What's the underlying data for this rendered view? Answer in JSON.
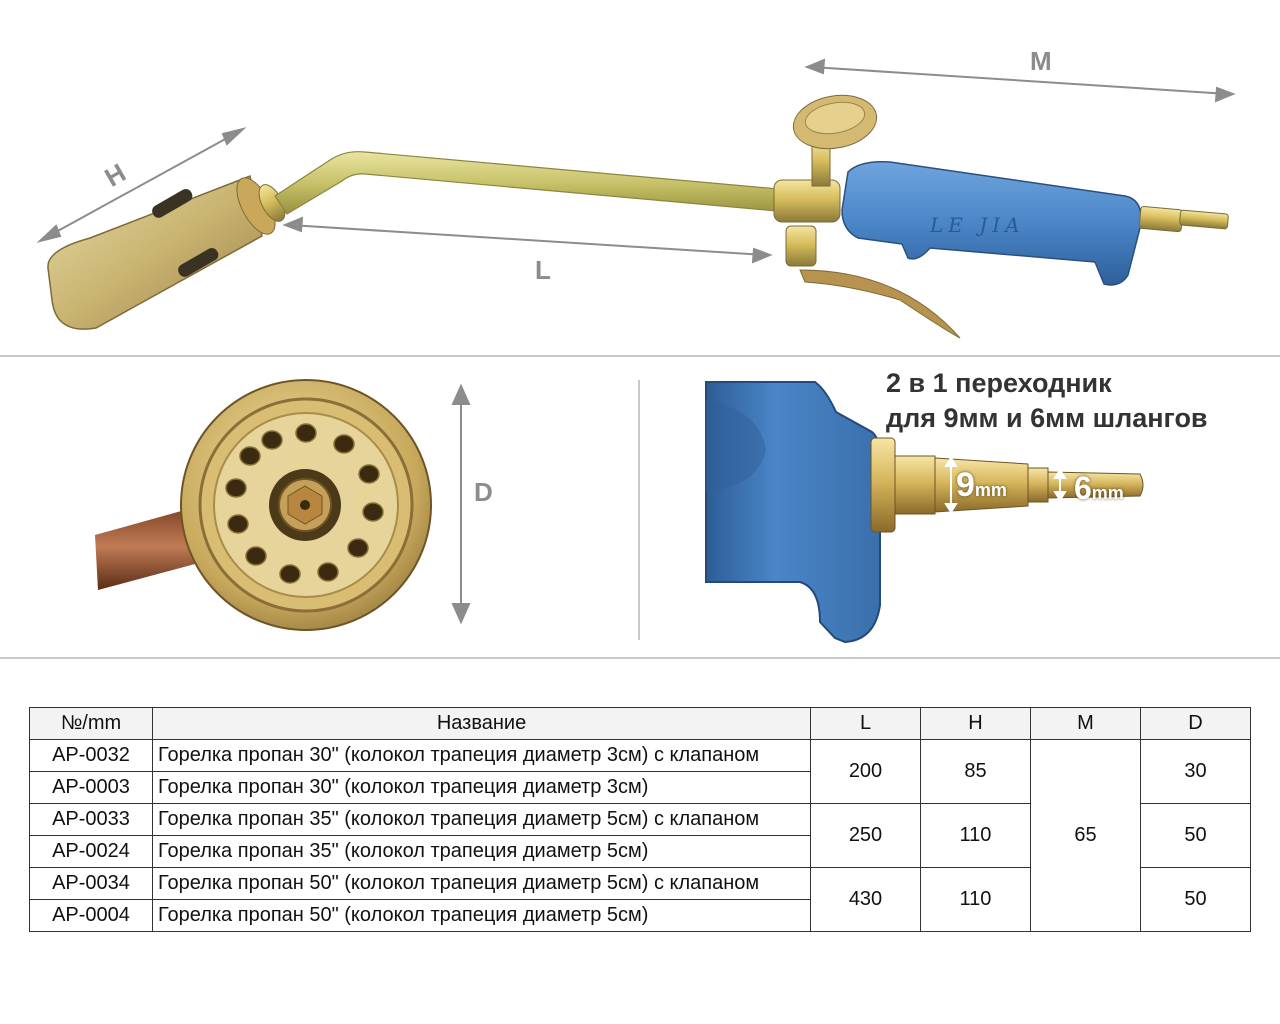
{
  "labels": {
    "H": "H",
    "L": "L",
    "M": "M",
    "D": "D",
    "brand_mark": "LE JIA",
    "thread_9": "9",
    "thread_9_unit": "mm",
    "thread_6": "6",
    "thread_6_unit": "mm"
  },
  "caption": {
    "line1": "2 в 1 переходник",
    "line2": "для 9мм и 6мм шлангов"
  },
  "table": {
    "headers": [
      "№/mm",
      "Название",
      "L",
      "H",
      "M",
      "D"
    ],
    "rows": [
      {
        "code": "AP-0032",
        "name": "Горелка пропан 30\" (колокол трапеция диаметр 3см) с клапаном"
      },
      {
        "code": "AP-0003",
        "name": "Горелка пропан 30\" (колокол трапеция диаметр 3см)"
      },
      {
        "code": "AP-0033",
        "name": "Горелка пропан 35\" (колокол трапеция диаметр 5см) с клапаном"
      },
      {
        "code": "AP-0024",
        "name": "Горелка пропан 35\" (колокол трапеция диаметр 5см)"
      },
      {
        "code": "AP-0034",
        "name": "Горелка пропан 50\" (колокол трапеция диаметр 5см) с клапаном"
      },
      {
        "code": "AP-0004",
        "name": "Горелка пропан 50\" (колокол трапеция диаметр 5см)"
      }
    ],
    "groups": [
      {
        "L": "200",
        "H": "85",
        "D": "30"
      },
      {
        "L": "250",
        "H": "110",
        "D": "50"
      },
      {
        "L": "430",
        "H": "110",
        "D": "50"
      }
    ],
    "M_all": "65"
  },
  "colors": {
    "handle_blue": "#4a86c8",
    "brass": "#c9a24a",
    "arrow_gray": "#8c8c8c"
  }
}
